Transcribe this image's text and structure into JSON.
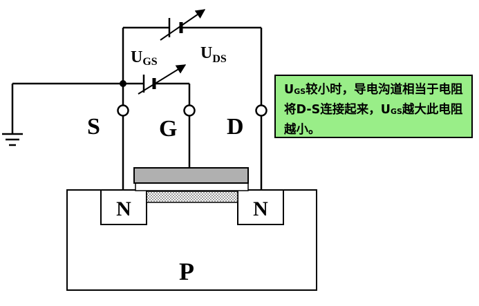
{
  "labels": {
    "ugs_main": "U",
    "ugs_sub": "GS",
    "uds_main": "U",
    "uds_sub": "DS",
    "source": "S",
    "gate": "G",
    "drain": "D",
    "n_left": "N",
    "n_right": "N",
    "substrate": "P"
  },
  "note": {
    "u1": "U",
    "sub1": "GS",
    "text1": "较小时，导电沟道相当于电阻将D-S连接起来，",
    "u2": "U",
    "sub2": "GS",
    "text2": "越大此电阻越小。"
  },
  "colors": {
    "note_bg": "#99ee88",
    "gate_metal": "#b0b0b0",
    "oxide_dots": "#555555",
    "line": "#000000"
  }
}
